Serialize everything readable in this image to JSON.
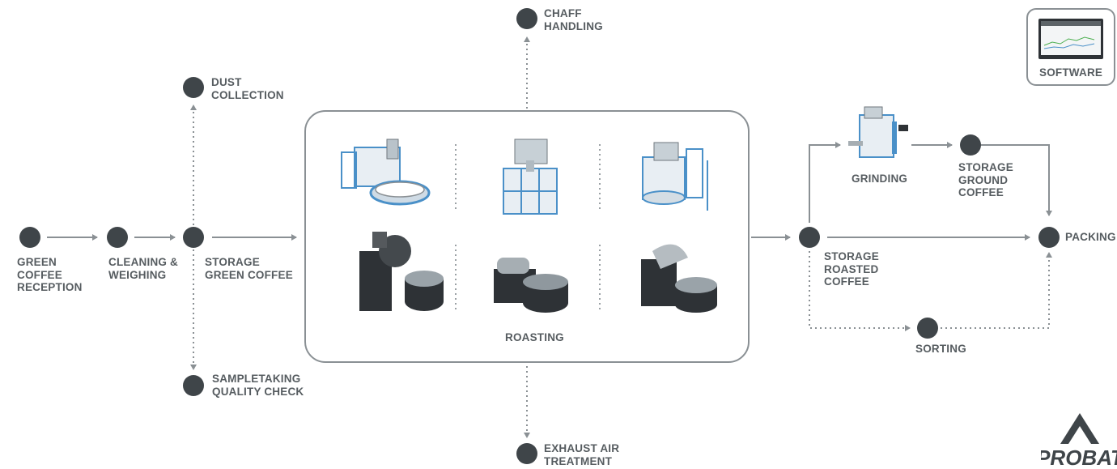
{
  "nodes": {
    "green_coffee_reception": [
      "GREEN",
      "COFFEE",
      "RECEPTION"
    ],
    "cleaning_weighing": [
      "CLEANING &",
      "WEIGHING"
    ],
    "storage_green_coffee": [
      "STORAGE",
      "GREEN COFFEE"
    ],
    "dust_collection": [
      "DUST",
      "COLLECTION"
    ],
    "sampletaking": [
      "SAMPLETAKING",
      "QUALITY CHECK"
    ],
    "chaff_handling": [
      "CHAFF",
      "HANDLING"
    ],
    "exhaust_air": [
      "EXHAUST AIR",
      "TREATMENT"
    ],
    "roasting": "ROASTING",
    "storage_roasted_coffee": [
      "STORAGE",
      "ROASTED",
      "COFFEE"
    ],
    "grinding": "GRINDING",
    "storage_ground_coffee": [
      "STORAGE",
      "GROUND",
      "COFFEE"
    ],
    "sorting": "SORTING",
    "packing": "PACKING"
  },
  "software": {
    "label": "SOFTWARE"
  },
  "brand": {
    "logo_text": "PROBAT"
  },
  "colors": {
    "node": "#3f4549",
    "text": "#565c60",
    "line": "#8a9094",
    "machine_blue": "#4a90c8"
  }
}
